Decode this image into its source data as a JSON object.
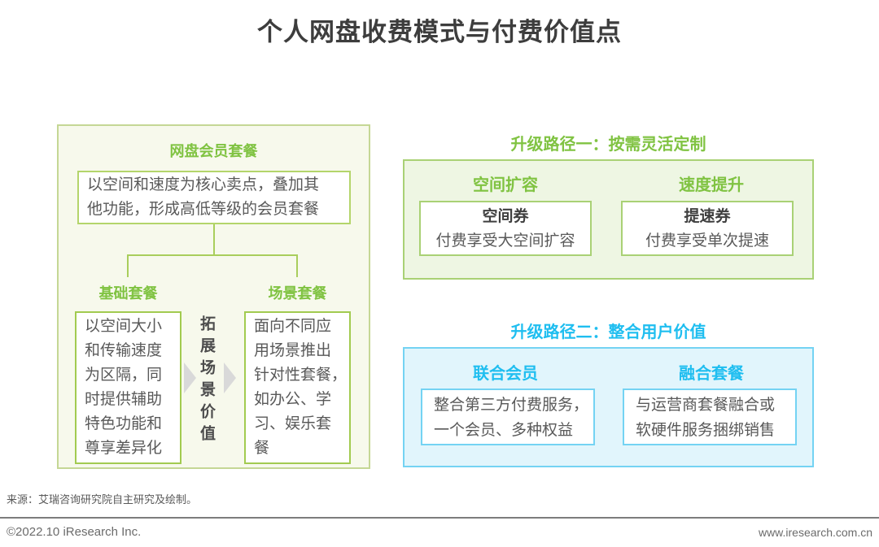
{
  "title": "个人网盘收费模式与付费价值点",
  "colors": {
    "accent_green": "#80c342",
    "accent_cyan": "#1fbef0",
    "panel_olive_border": "#c5d795",
    "panel_olive_bg": "#f7f9ec",
    "path1_bg": "#eef6e3",
    "path1_border": "#a9d175",
    "path2_bg": "#e1f5fc",
    "path2_border": "#74d3f3",
    "text_dark": "#3d3d3d",
    "text_gray": "#595959",
    "arrow_gray": "#d9d9d9"
  },
  "membership_panel": {
    "header": "网盘会员套餐",
    "description_lines": [
      "以空间和速度为核心卖点，叠加其",
      "他功能，形成高低等级的会员套餐"
    ],
    "basic": {
      "label": "基础套餐",
      "lines": [
        "以空间大小",
        "和传输速度",
        "为区隔，同",
        "时提供辅助",
        "特色功能和",
        "尊享差异化"
      ]
    },
    "scenario": {
      "label": "场景套餐",
      "lines": [
        "面向不同应",
        "用场景推出",
        "针对性套餐，",
        "如办公、学",
        "习、娱乐套",
        "餐"
      ]
    },
    "expand_value": "拓展场景价值"
  },
  "upgrade_path_1": {
    "title": "升级路径一：按需灵活定制",
    "columns": [
      {
        "header": "空间扩容",
        "card_title": "空间券",
        "card_desc": "付费享受大空间扩容"
      },
      {
        "header": "速度提升",
        "card_title": "提速券",
        "card_desc": "付费享受单次提速"
      }
    ]
  },
  "upgrade_path_2": {
    "title": "升级路径二：整合用户价值",
    "columns": [
      {
        "header": "联合会员",
        "lines": [
          "整合第三方付费服务，",
          "一个会员、多种权益"
        ]
      },
      {
        "header": "融合套餐",
        "lines": [
          "与运营商套餐融合或",
          "软硬件服务捆绑销售"
        ]
      }
    ]
  },
  "footer": {
    "source": "来源：艾瑞咨询研究院自主研究及绘制。",
    "copyright": "©2022.10 iResearch Inc.",
    "website": "www.iresearch.com.cn"
  }
}
